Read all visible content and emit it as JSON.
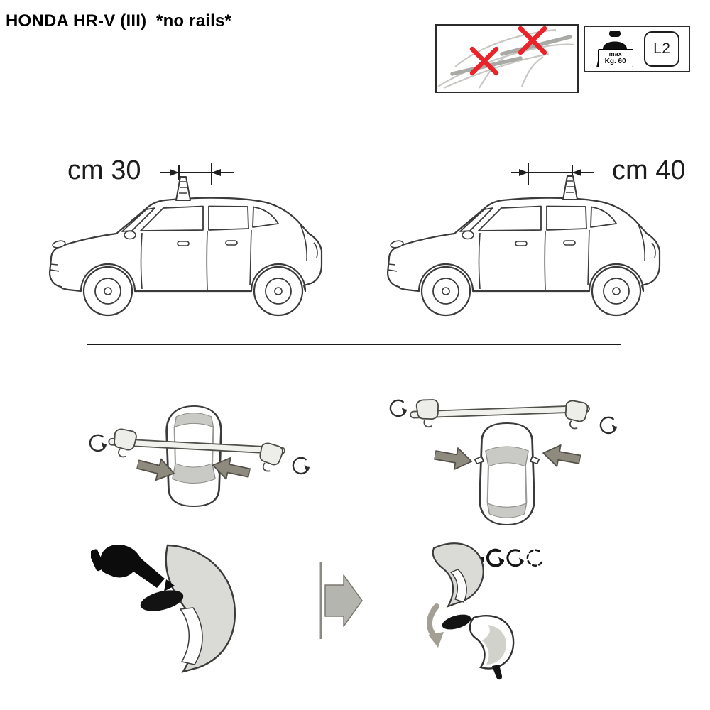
{
  "page": {
    "title": "HONDA HR-V (III)  *no rails*"
  },
  "header": {
    "weight_badge": {
      "line1": "max",
      "line2": "Kg. 60"
    },
    "size_badge": {
      "label": "L2"
    }
  },
  "measurements": {
    "left_label": "cm 30",
    "right_label": "cm 40"
  },
  "icons": {
    "red_x": "✕",
    "rotate_arrow": "↻",
    "press_arrow": "➔",
    "next_step_arrow": "➡",
    "down_arrow": "⬇"
  },
  "colors": {
    "outline": "#3b3b3b",
    "light_outline": "#c7c7c4",
    "red_x": "#e8232a",
    "block_arrow": "#8f8a7e",
    "panel_gray": "#dadad6"
  }
}
